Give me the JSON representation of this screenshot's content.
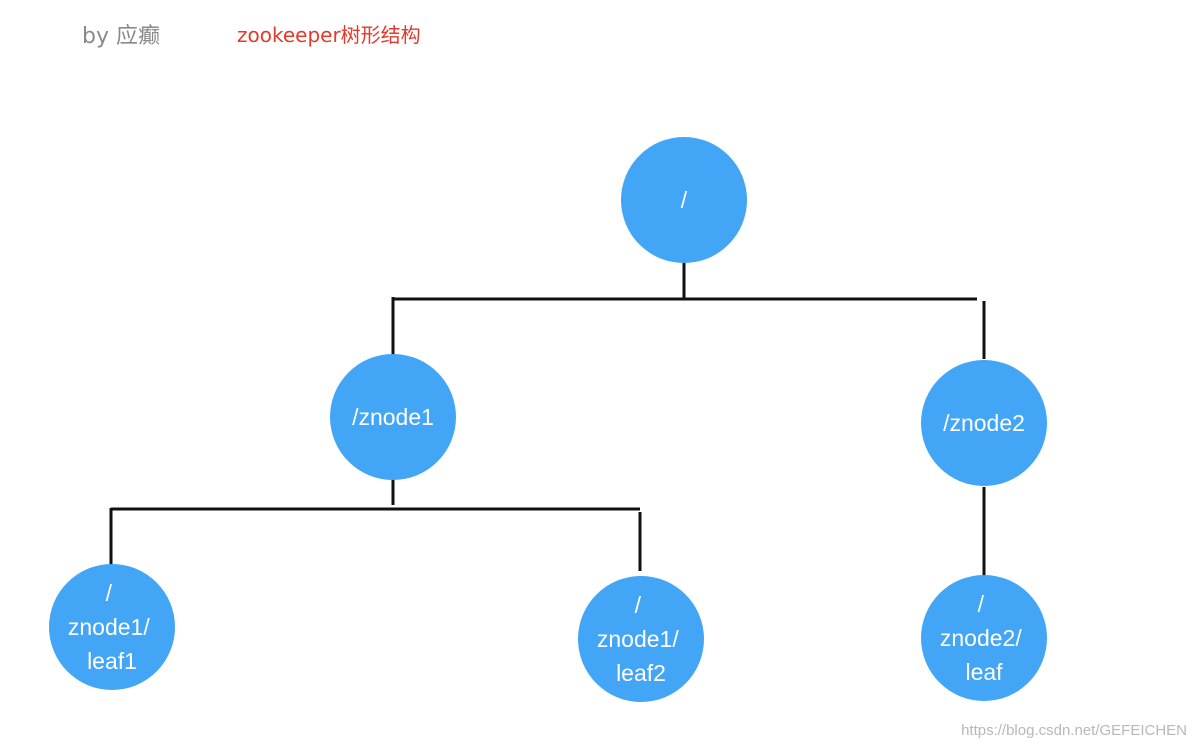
{
  "header": {
    "author": "by 应癫",
    "title": "zookeeper树形结构"
  },
  "footer": {
    "watermark": "https://blog.csdn.net/GEFEICHEN"
  },
  "colors": {
    "node_fill": "#42a5f5",
    "edge": "#111111",
    "title": "#e5392c",
    "author": "#8a8a8a"
  },
  "tree": {
    "nodes": [
      {
        "id": "root",
        "lines": [
          "/"
        ]
      },
      {
        "id": "znode1",
        "lines": [
          "/znode1"
        ]
      },
      {
        "id": "znode2",
        "lines": [
          "/znode2"
        ]
      },
      {
        "id": "leaf1",
        "lines": [
          "/",
          "znode1/",
          "leaf1"
        ]
      },
      {
        "id": "leaf2",
        "lines": [
          "/",
          "znode1/",
          "leaf2"
        ]
      },
      {
        "id": "leaf3",
        "lines": [
          "/",
          "znode2/",
          "leaf"
        ]
      }
    ],
    "edges": [
      {
        "from": "root",
        "to": "znode1"
      },
      {
        "from": "root",
        "to": "znode2"
      },
      {
        "from": "znode1",
        "to": "leaf1"
      },
      {
        "from": "znode1",
        "to": "leaf2"
      },
      {
        "from": "znode2",
        "to": "leaf3"
      }
    ]
  }
}
